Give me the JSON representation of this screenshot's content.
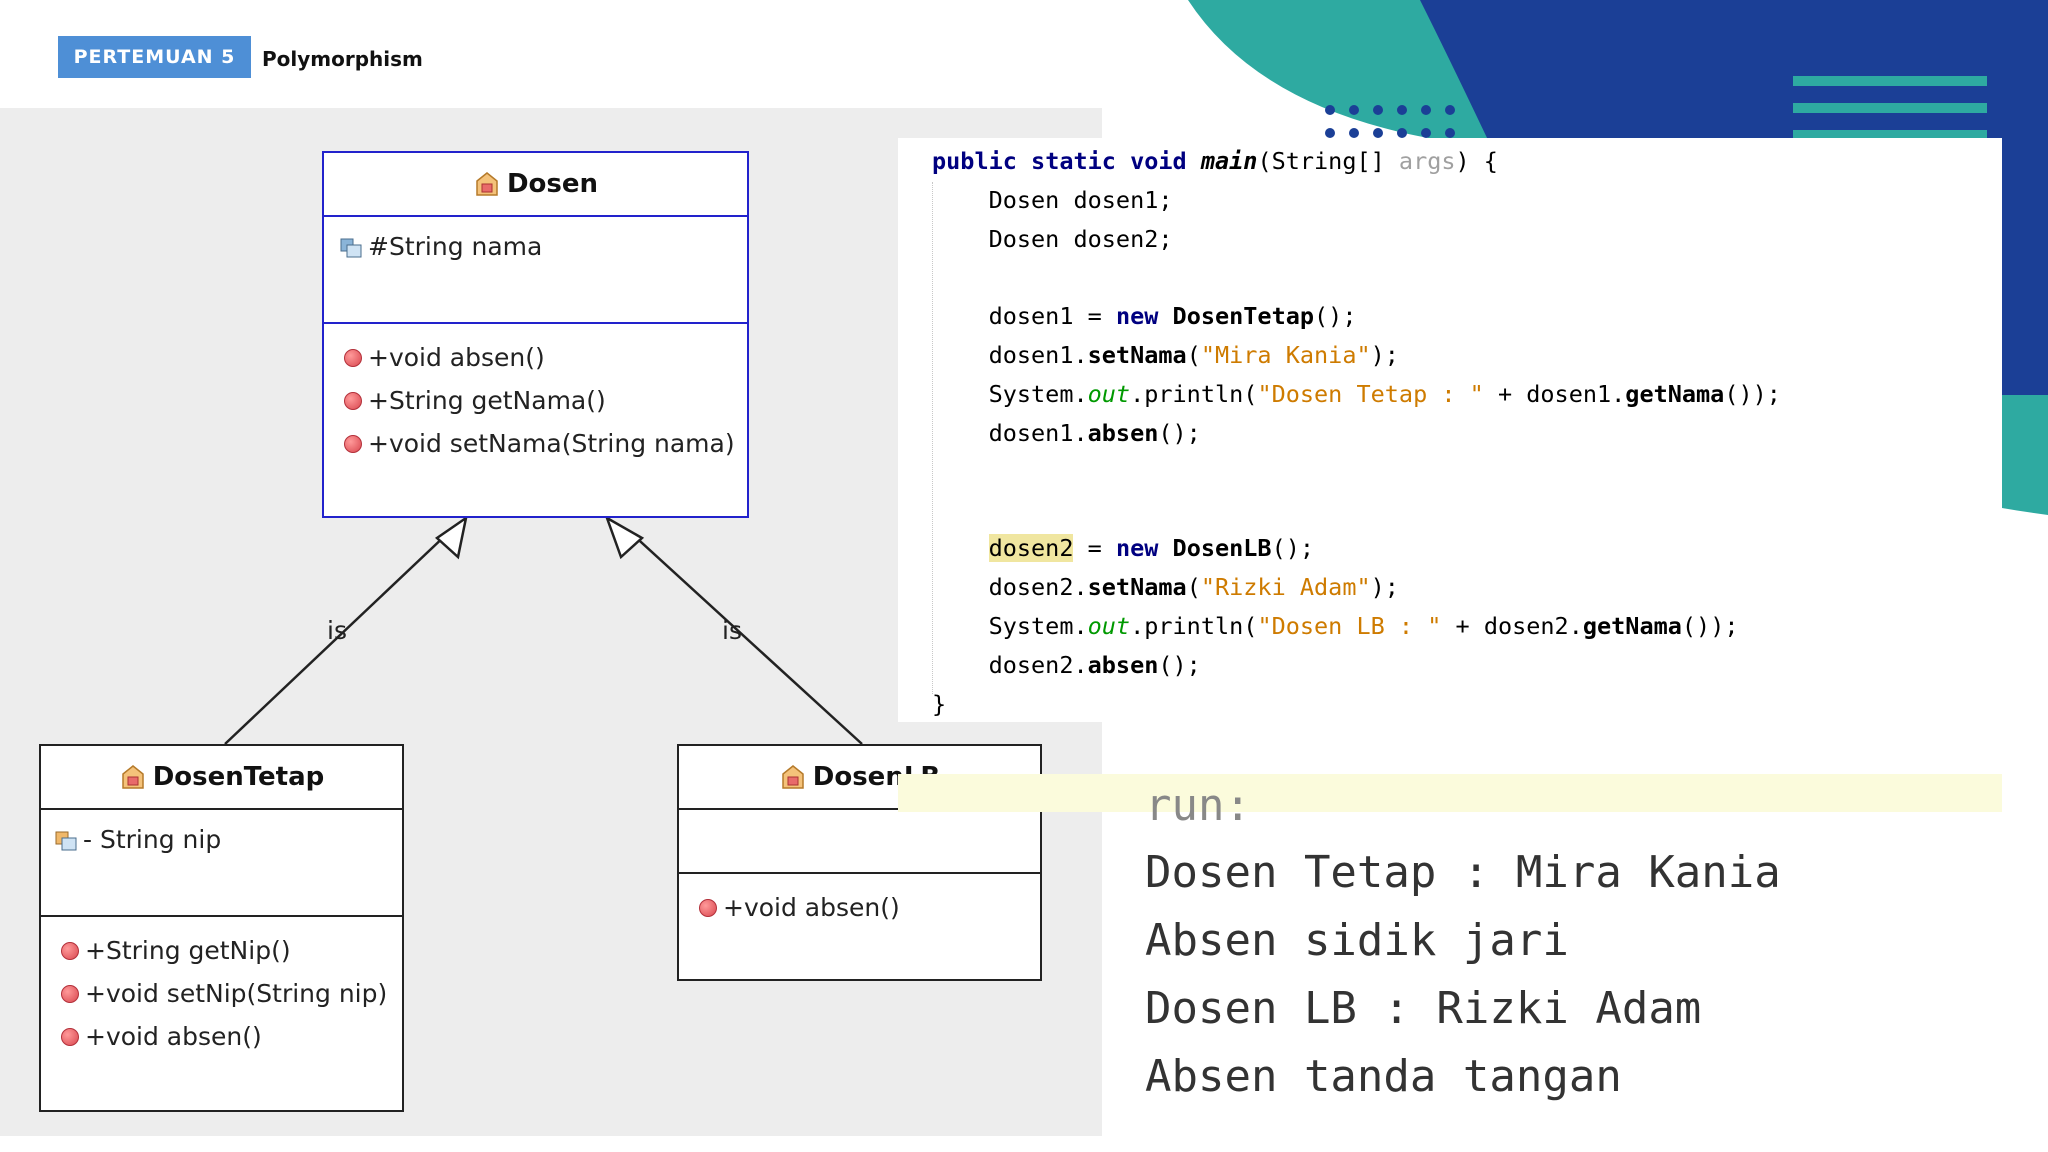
{
  "header": {
    "badge": "PERTEMUAN 5",
    "title": "Polymorphism"
  },
  "uml": {
    "parent": {
      "name": "Dosen",
      "fields": [
        "#String nama"
      ],
      "methods": [
        "+void absen()",
        "+String getNama()",
        "+void setNama(String nama)"
      ]
    },
    "child_left": {
      "name": "DosenTetap",
      "fields": [
        "- String nip"
      ],
      "methods": [
        "+String getNip()",
        "+void setNip(String nip)",
        "+void absen()"
      ]
    },
    "child_right": {
      "name": "DosenLB",
      "fields": [],
      "methods": [
        "+void absen()"
      ]
    },
    "relation_labels": [
      "is",
      "is"
    ]
  },
  "code": {
    "lines": [
      "public static void main(String[] args) {",
      "    Dosen dosen1;",
      "    Dosen dosen2;",
      "",
      "    dosen1 = new DosenTetap();",
      "    dosen1.setNama(\"Mira Kania\");",
      "    System.out.println(\"Dosen Tetap : \" + dosen1.getNama());",
      "    dosen1.absen();",
      "",
      "",
      "    dosen2 = new DosenLB();",
      "    dosen2.setNama(\"Rizki Adam\");",
      "    System.out.println(\"Dosen LB : \" + dosen2.getNama());",
      "    dosen2.absen();",
      "}"
    ]
  },
  "console": {
    "run_label": "run:",
    "output": [
      "Dosen Tetap : Mira Kania",
      "Absen sidik jari",
      "Dosen LB : Rizki Adam",
      "Absen tanda tangan"
    ]
  },
  "colors": {
    "badge": "#4e8fd6",
    "navy": "#1b3f96",
    "teal": "#2eaaa1",
    "uml_selected_border": "#2222cc",
    "code_keyword": "#000080",
    "code_string": "#ce7b00",
    "code_field": "#009900"
  },
  "icons": [
    "class-icon",
    "field-icon",
    "method-dot-icon",
    "inheritance-arrow-icon"
  ]
}
